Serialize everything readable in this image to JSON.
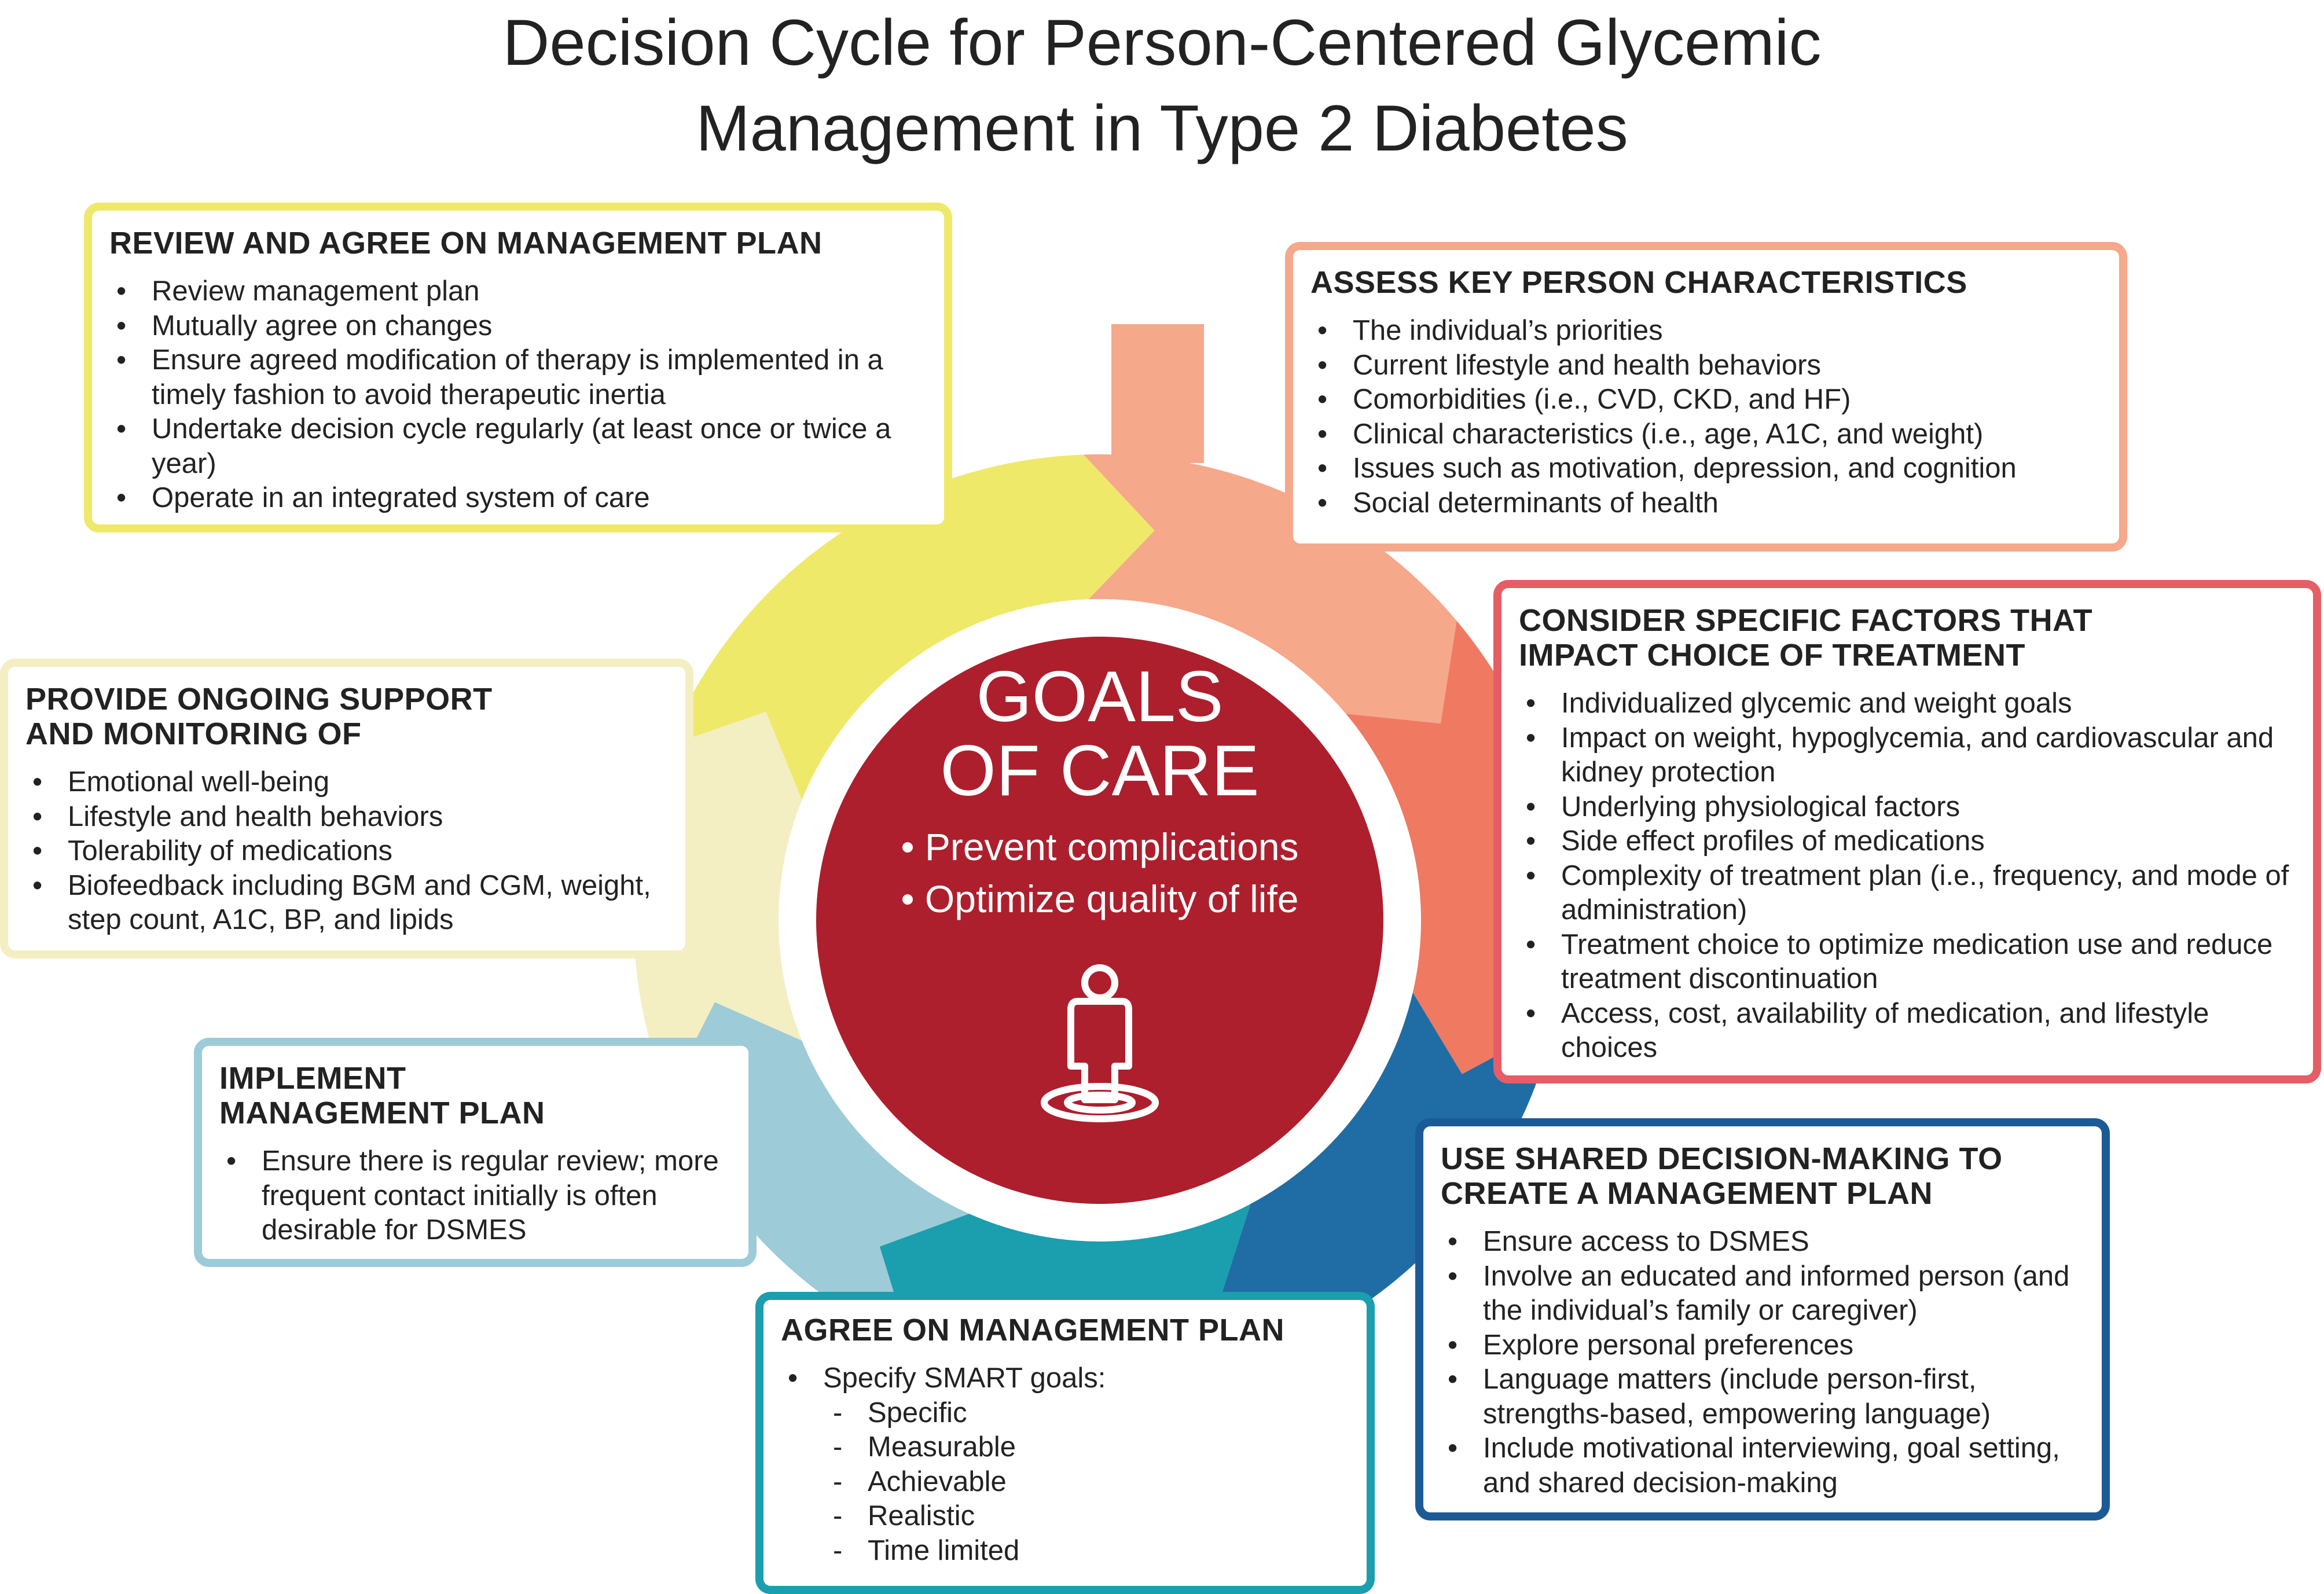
{
  "title": {
    "line1": "Decision Cycle for Person-Centered Glycemic",
    "line2": "Management in Type 2 Diabetes"
  },
  "center": {
    "title_line1": "GOALS",
    "title_line2": "OF CARE",
    "items": [
      "• Prevent complications",
      "• Optimize quality of life"
    ],
    "icon": "person-standing-icon",
    "color": "#AD1F2D"
  },
  "colors": {
    "review": "#EFE96A",
    "assess": "#F5A88A",
    "consider": "#F07962",
    "consider_border": "#E55E66",
    "shared": "#1F6DA4",
    "shared_border": "#1C5A96",
    "agree": "#1B9EAE",
    "implement": "#9DCBD7",
    "support": "#F4EEC3"
  },
  "boxes": {
    "review": {
      "heading": "REVIEW AND AGREE ON MANAGEMENT PLAN",
      "items": [
        "Review management plan",
        "Mutually agree on changes",
        "Ensure agreed modification of therapy is implemented in a timely fashion to avoid therapeutic inertia",
        "Undertake decision cycle regularly (at least once or twice a year)",
        "Operate in an integrated system of care"
      ]
    },
    "assess": {
      "heading": "ASSESS KEY PERSON CHARACTERISTICS",
      "items": [
        "The individual’s priorities",
        "Current lifestyle and health behaviors",
        "Comorbidities (i.e., CVD, CKD, and HF)",
        "Clinical characteristics (i.e., age, A1C, and weight)",
        "Issues such as motivation, depression, and cognition",
        "Social determinants of health"
      ]
    },
    "consider": {
      "heading_line1": "CONSIDER SPECIFIC FACTORS THAT",
      "heading_line2": "IMPACT CHOICE OF TREATMENT",
      "items": [
        "Individualized glycemic and weight goals",
        "Impact on weight, hypoglycemia, and cardiovascular and kidney protection",
        "Underlying physiological factors",
        "Side effect profiles of medications",
        "Complexity of treatment plan (i.e., frequency, and mode of administration)",
        "Treatment choice to optimize medication use and reduce treatment discontinuation",
        "Access, cost, availability of medication, and lifestyle choices"
      ]
    },
    "shared": {
      "heading_line1": "USE SHARED DECISION-MAKING TO",
      "heading_line2": "CREATE A MANAGEMENT PLAN",
      "items": [
        "Ensure access to DSMES",
        "Involve an educated and informed person (and the individual’s family or caregiver)",
        "Explore personal preferences",
        "Language matters (include person-first, strengths-based, empowering language)",
        "Include motivational interviewing, goal setting, and shared decision-making"
      ]
    },
    "agree": {
      "heading": "AGREE ON MANAGEMENT PLAN",
      "items": [
        "Specify SMART goals:"
      ],
      "sub_items": [
        "Specific",
        "Measurable",
        "Achievable",
        "Realistic",
        "Time limited"
      ]
    },
    "implement": {
      "heading_line1": "IMPLEMENT",
      "heading_line2": "MANAGEMENT PLAN",
      "items": [
        "Ensure there is regular review; more frequent contact initially is often desirable for DSMES"
      ]
    },
    "support": {
      "heading_line1": "PROVIDE ONGOING SUPPORT",
      "heading_line2": "AND MONITORING OF",
      "items": [
        "Emotional well-being",
        "Lifestyle and health behaviors",
        "Tolerability of medications",
        "Biofeedback including BGM and CGM, weight, step count, A1C, BP, and lipids"
      ]
    }
  }
}
